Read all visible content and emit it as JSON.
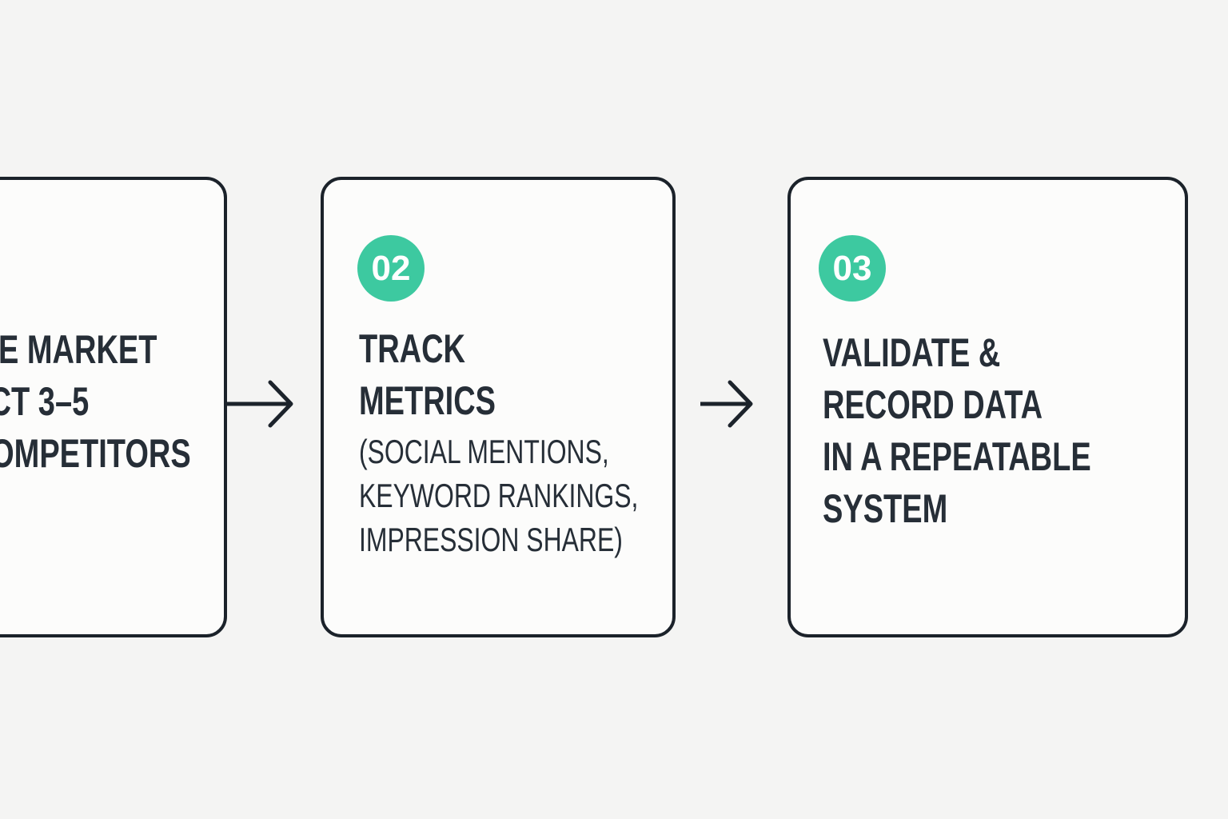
{
  "diagram": {
    "background": "#f4f4f3",
    "colors": {
      "accent_teal": "#3dc9a0",
      "text_ink": "#262e37",
      "outline": "#1b222a",
      "card_background": "#fcfcfb",
      "badge_text": "#ffffff"
    },
    "steps": [
      {
        "title_lines": {
          "0": "E MARKET",
          "1": "CT 3–5",
          "2": "OMPETITORS"
        }
      },
      {
        "badge": "02",
        "title_lines": {
          "0": "TRACK",
          "1": "METRICS"
        },
        "subtitle_lines": {
          "0": "(SOCIAL MENTIONS,",
          "1": "KEYWORD RANKINGS,",
          "2": "IMPRESSION SHARE)"
        }
      },
      {
        "badge": "03",
        "title_lines": {
          "0": "VALIDATE &",
          "1": "RECORD DATA",
          "2": "IN A REPEATABLE",
          "3": "SYSTEM"
        }
      }
    ],
    "arrows": {
      "0": {
        "icon": "arrow-right-icon"
      },
      "1": {
        "icon": "arrow-right-icon"
      }
    }
  }
}
